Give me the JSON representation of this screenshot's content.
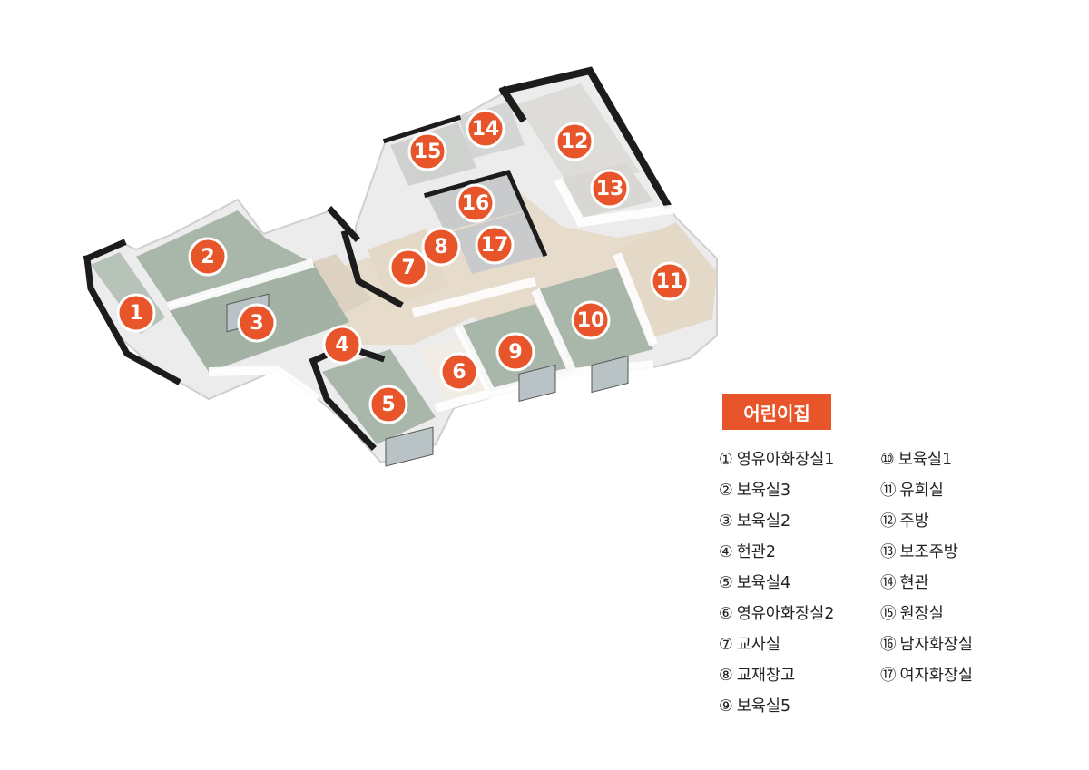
{
  "colors": {
    "marker": "#e8552b",
    "floor_room": "#a9b6aa",
    "floor_hall": "#e7dccb",
    "wall_top": "#1c1c1c",
    "wall_face": "#e9e9e9"
  },
  "markers": [
    "1",
    "2",
    "3",
    "4",
    "5",
    "6",
    "7",
    "8",
    "9",
    "10",
    "11",
    "12",
    "13",
    "14",
    "15",
    "16",
    "17"
  ],
  "legend": {
    "title": "어린이집",
    "col1": [
      {
        "num": "①",
        "label": "영유아화장실1"
      },
      {
        "num": "②",
        "label": "보육실3"
      },
      {
        "num": "③",
        "label": "보육실2"
      },
      {
        "num": "④",
        "label": "현관2"
      },
      {
        "num": "⑤",
        "label": "보육실4"
      },
      {
        "num": "⑥",
        "label": "영유아화장실2"
      },
      {
        "num": "⑦",
        "label": "교사실"
      },
      {
        "num": "⑧",
        "label": "교재창고"
      },
      {
        "num": "⑨",
        "label": "보육실5"
      }
    ],
    "col2": [
      {
        "num": "⑩",
        "label": "보육실1"
      },
      {
        "num": "⑪",
        "label": "유희실"
      },
      {
        "num": "⑫",
        "label": "주방"
      },
      {
        "num": "⑬",
        "label": "보조주방"
      },
      {
        "num": "⑭",
        "label": "현관"
      },
      {
        "num": "⑮",
        "label": "원장실"
      },
      {
        "num": "⑯",
        "label": "남자화장실"
      },
      {
        "num": "⑰",
        "label": "여자화장실"
      }
    ]
  }
}
